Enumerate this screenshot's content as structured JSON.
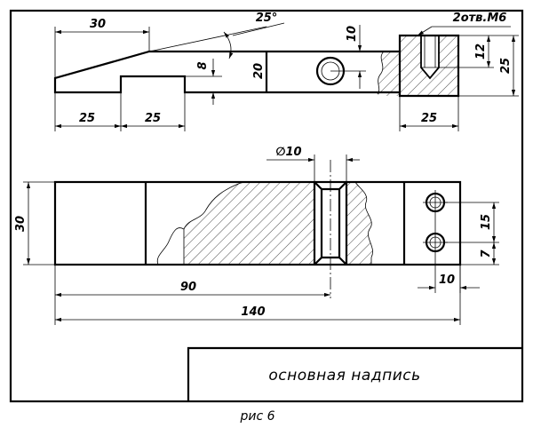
{
  "drawing": {
    "title_block_text": "основная надпись",
    "caption": "рис 6",
    "top_view": {
      "dim_length_top": "30",
      "dim_angle": "25°",
      "dim_left_step": "25",
      "dim_second_step": "25",
      "dim_step_height": "8",
      "dim_body_height": "20",
      "dim_hole_offset": "10",
      "dim_thread_note": "2отв.М6",
      "dim_thread_depth": "12",
      "dim_right_height": "25",
      "dim_right_width": "25"
    },
    "front_view": {
      "dim_diameter": "∅10",
      "dim_height": "30",
      "dim_hole_position": "90",
      "dim_total_length": "140",
      "dim_hole_spacing": "15",
      "dim_hole_edge": "7",
      "dim_hole_from_end": "10"
    }
  }
}
